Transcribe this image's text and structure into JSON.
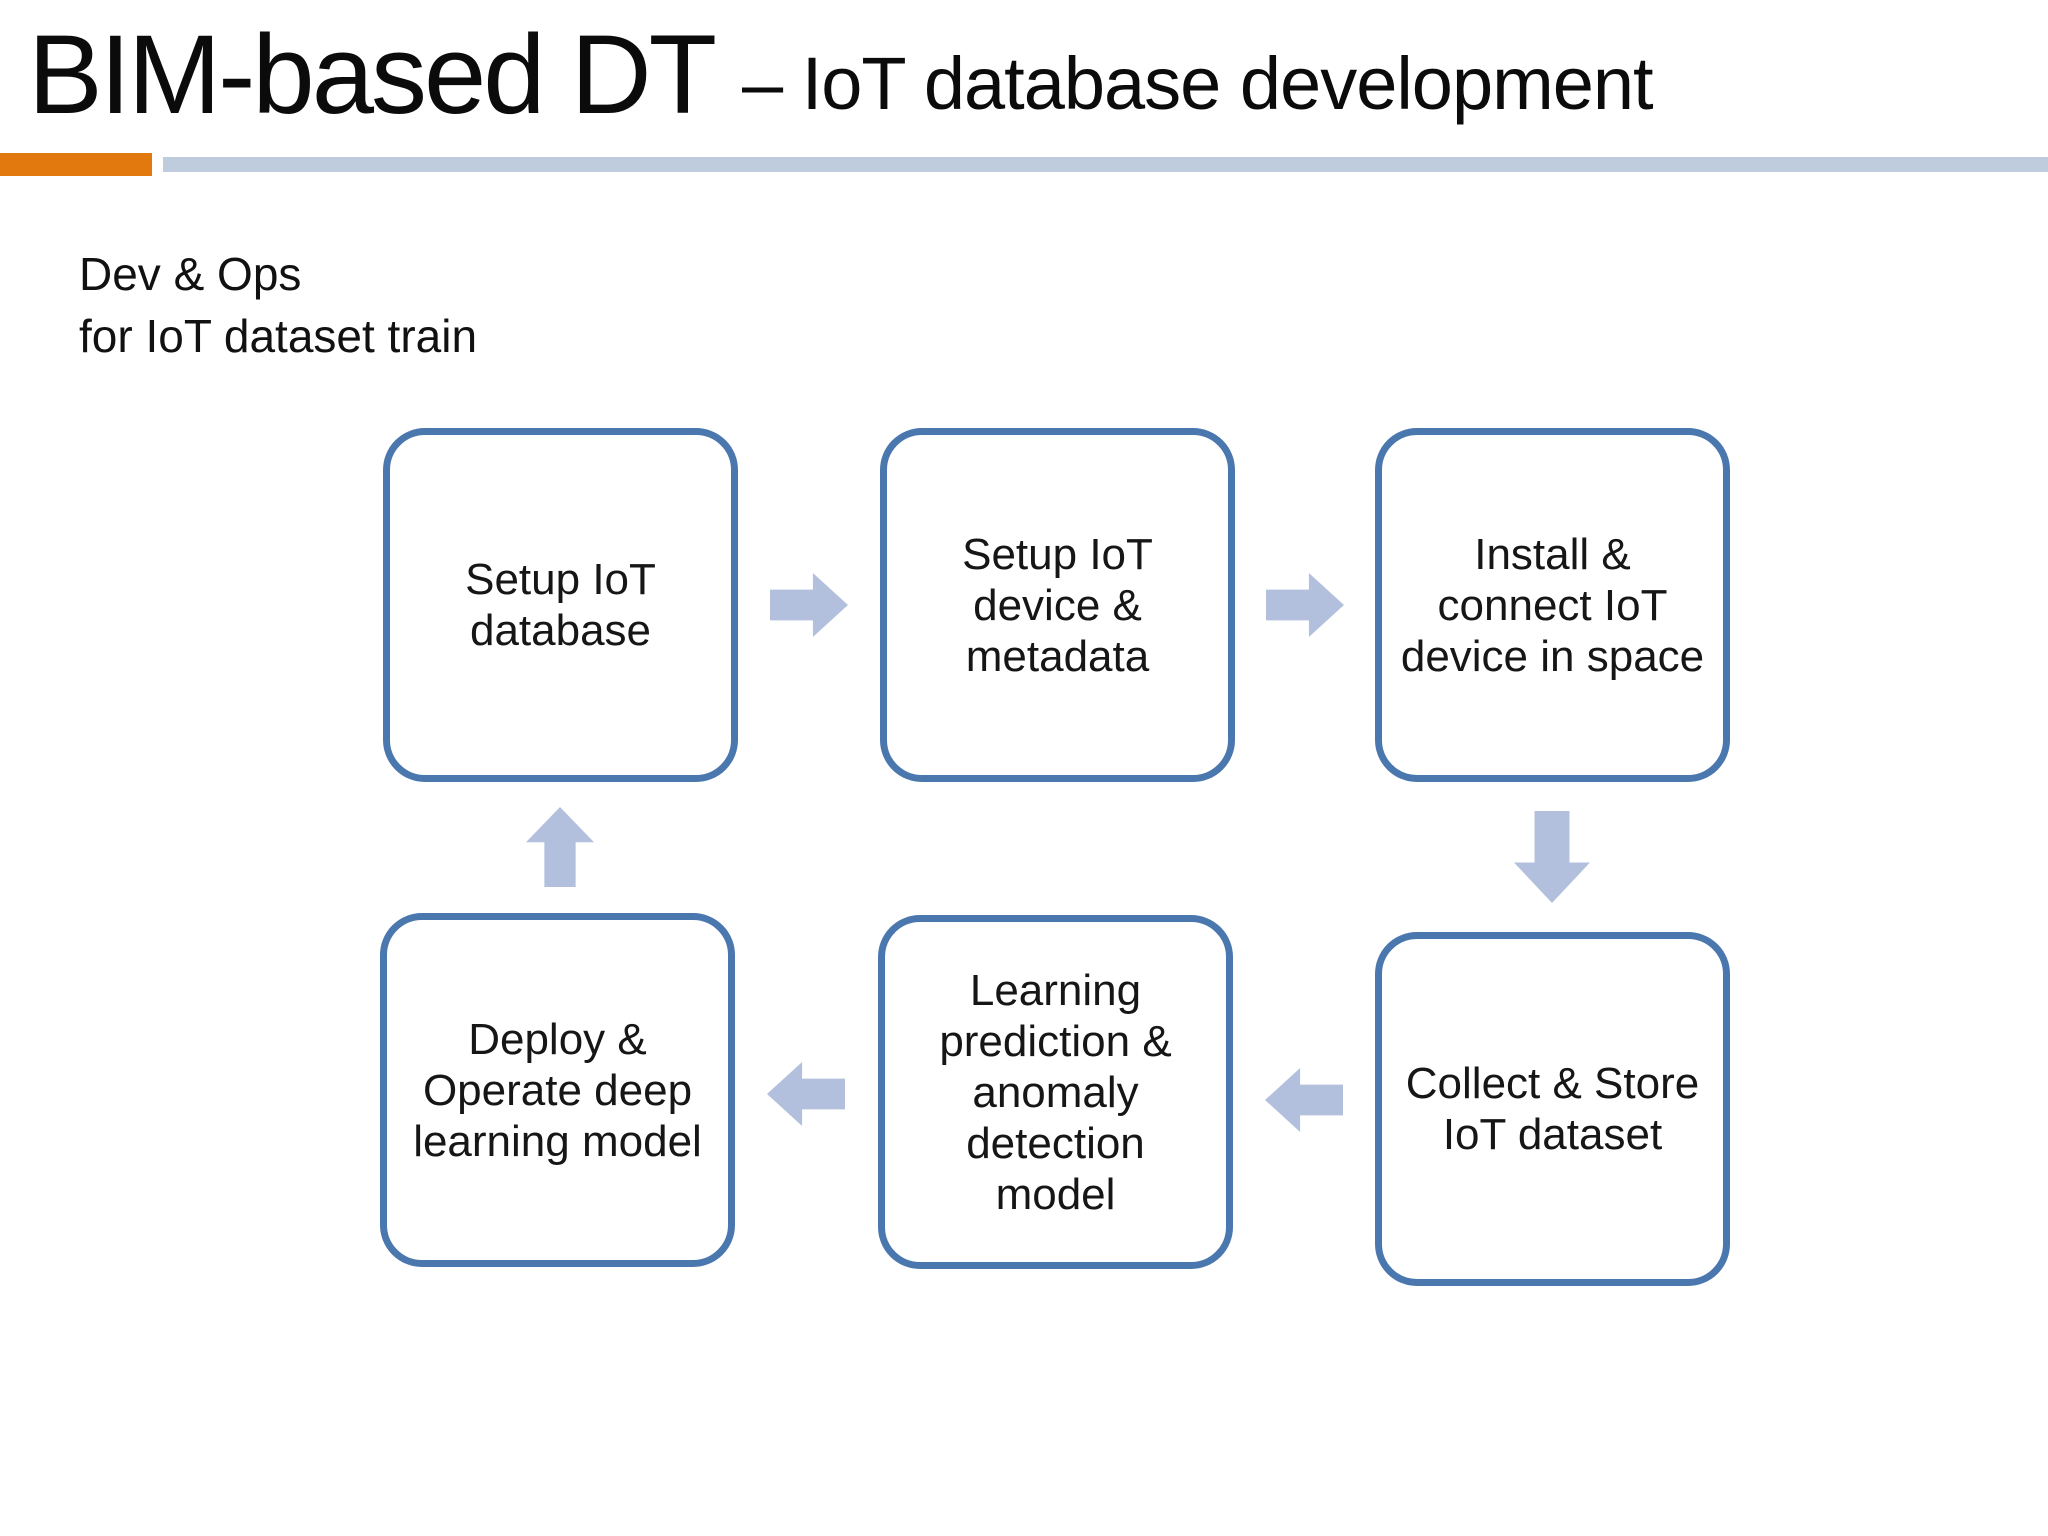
{
  "header": {
    "title": "BIM-based DT",
    "subtitle": "– IoT database development"
  },
  "annotation": {
    "line1": "Dev & Ops",
    "line2": "for IoT dataset train"
  },
  "colors": {
    "accent_orange_bar": "#e2790f",
    "accent_blue_bar": "#bfccde",
    "box_border_blue": "#4a77ae",
    "arrow_fill_blue": "#b3c0dd",
    "text": "#161616"
  },
  "diagram": {
    "boxes": [
      {
        "id": "setup-iot-database",
        "lines": [
          "Setup IoT",
          "database"
        ]
      },
      {
        "id": "setup-iot-device-metadata",
        "lines": [
          "Setup IoT",
          "device &",
          "metadata"
        ]
      },
      {
        "id": "install-connect-iot-device",
        "lines": [
          "Install &",
          "connect IoT",
          "device in space"
        ]
      },
      {
        "id": "collect-store-iot-dataset",
        "lines": [
          "Collect & Store",
          "IoT dataset"
        ]
      },
      {
        "id": "learning-prediction-anomaly-detection-model",
        "lines": [
          "Learning",
          "prediction &",
          "anomaly",
          "detection",
          "model"
        ]
      },
      {
        "id": "deploy-operate-deep-learning-model",
        "lines": [
          "Deploy &",
          "Operate deep",
          "learning model"
        ]
      }
    ],
    "flow_order": [
      "setup-iot-database",
      "setup-iot-device-metadata",
      "install-connect-iot-device",
      "collect-store-iot-dataset",
      "learning-prediction-anomaly-detection-model",
      "deploy-operate-deep-learning-model"
    ],
    "cycle": true
  }
}
